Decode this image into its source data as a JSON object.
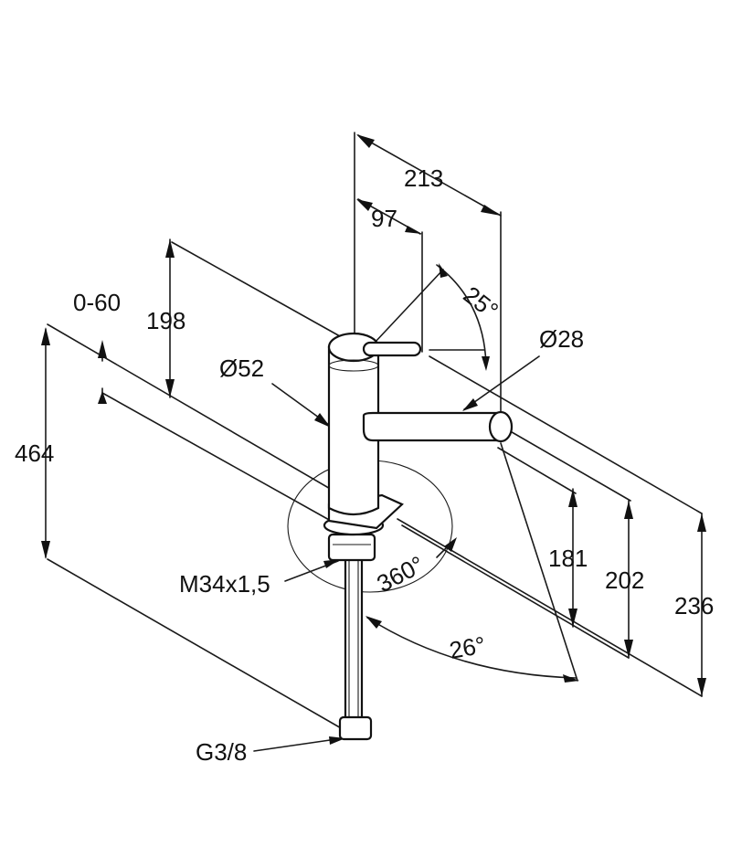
{
  "diagram": {
    "dimensions": {
      "total_height": "464",
      "spout_height_fig": "198",
      "deck_thickness": "0-60",
      "body_diameter": "Ø52",
      "reach_213": "213",
      "lever_97": "97",
      "lever_angle": "25°",
      "spout_diameter": "Ø28",
      "rotation": "360°",
      "thread": "M34x1,5",
      "hose_connection": "G3/8",
      "height_181": "181",
      "height_202": "202",
      "height_236": "236",
      "swivel_angle": "26°"
    }
  }
}
